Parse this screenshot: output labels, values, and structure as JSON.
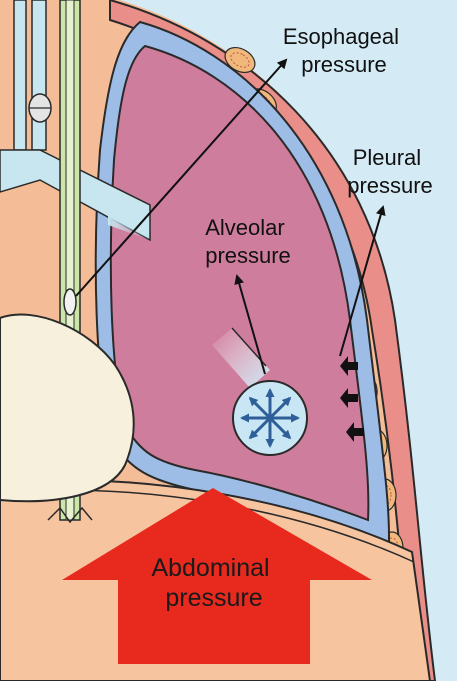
{
  "labels": {
    "esophageal": [
      "Esophageal",
      "pressure"
    ],
    "pleural": [
      "Pleural",
      "pressure"
    ],
    "alveolar": [
      "Alveolar",
      "pressure"
    ],
    "abdominal": [
      "Abdominal",
      "pressure"
    ]
  },
  "colors": {
    "sky": "#d4ebf5",
    "body": "#f5bd97",
    "abdomen": "#f7c4a0",
    "lung": "#cf7d9c",
    "pleura_space": "#9dbde6",
    "chest_wall": "#e98e88",
    "trachea": "#c8e6f0",
    "esophagus": "#cce5a8",
    "heart": "#f7f0dc",
    "alveolus": "#c9e6f4",
    "arrow_red": "#e8291e",
    "alveolar_arrows": "#2f5f99",
    "rib_fill": "#f0b87a"
  },
  "icons": [
    "alveolus-outward-arrows-icon",
    "pleural-pressure-arrows-icon",
    "abdominal-pressure-arrow-icon"
  ]
}
